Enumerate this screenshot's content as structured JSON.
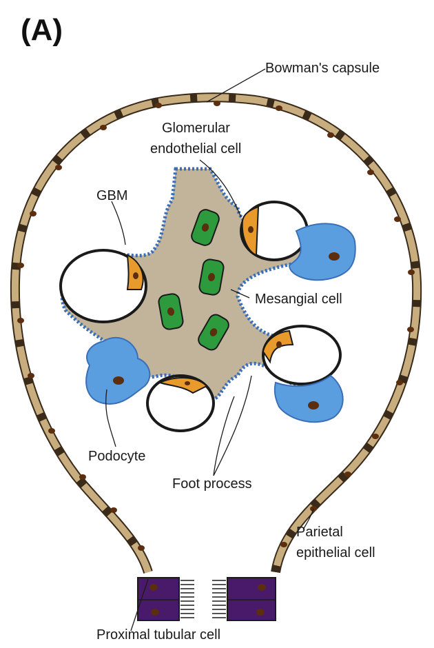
{
  "panel_label": "(A)",
  "labels": {
    "bowman": "Bowman's capsule",
    "endo_line1": "Glomerular",
    "endo_line2": "endothelial cell",
    "gbm": "GBM",
    "mesangial": "Mesangial cell",
    "podocyte": "Podocyte",
    "foot_process": "Foot process",
    "parietal_line1": "Parietal",
    "parietal_line2": "epithelial cell",
    "proximal": "Proximal tubular cell"
  },
  "colors": {
    "capsule_fill": "#c8ad7f",
    "capsule_outline": "#3a2a1a",
    "nucleus": "#5a2e0e",
    "mesangium": "#c2b49a",
    "mesangial_cell": "#2e9a3e",
    "endothelial": "#e89a2c",
    "podocyte": "#5a9ee0",
    "podocyte_edge": "#3a6fb8",
    "tubular": "#4a1a6a"
  }
}
